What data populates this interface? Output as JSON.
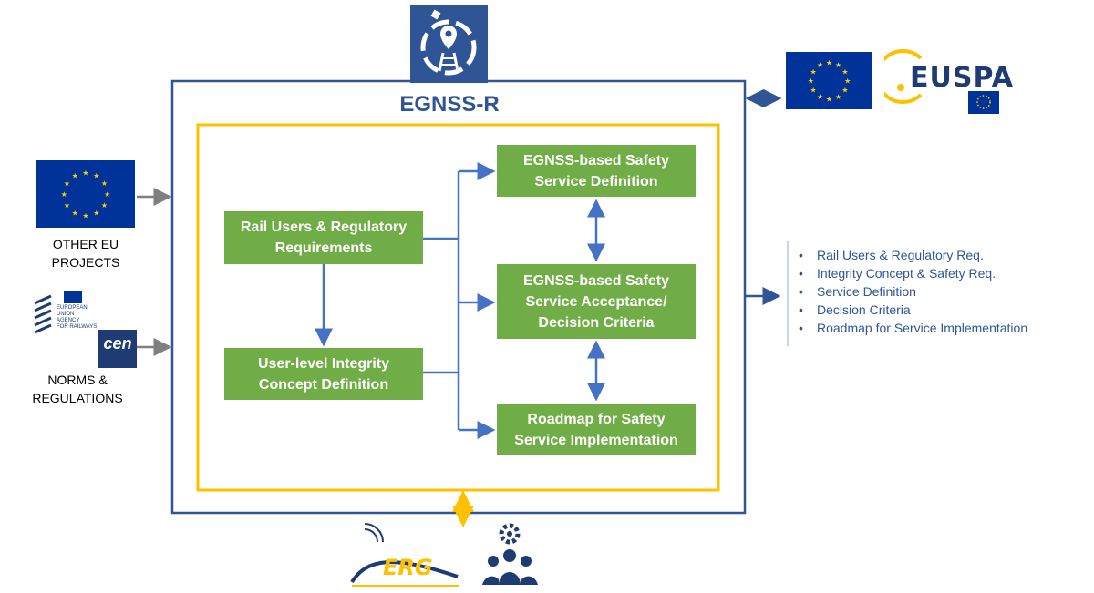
{
  "title": "EGNSS-R",
  "colors": {
    "outer_border": "#2f5597",
    "inner_border": "#ffc000",
    "box_fill": "#70ad47",
    "connector": "#4472c4",
    "input_arrow": "#7f7f7f",
    "eu_blue": "#003399",
    "eu_star": "#ffcc00",
    "list_text": "#2f5597"
  },
  "boxes": {
    "rail_users": "Rail Users & Regulatory\nRequirements",
    "user_level": "User-level Integrity\nConcept Definition",
    "safety_service_def": "EGNSS-based Safety\nService Definition",
    "acceptance": "EGNSS-based Safety\nService Acceptance/\nDecision Criteria",
    "roadmap": "Roadmap for Safety\nService Implementation"
  },
  "inputs": {
    "other_eu_projects": "OTHER EU\nPROJECTS",
    "norms_regulations": "NORMS &\nREGULATIONS",
    "era_logo_text": "EUROPEAN\nUNION\nAGENCY\nFOR RAILWAYS",
    "cen_logo_text": "cen"
  },
  "partners": {
    "euspa_logo_text": "EUSPA",
    "ergo_logo_text": "ERG",
    "icons": [
      "egnss-r-logo-icon",
      "eu-flag-icon",
      "euspa-logo-icon",
      "ergo-logo-icon",
      "users-gear-icon"
    ]
  },
  "outcomes": [
    "Rail Users & Regulatory Req.",
    "Integrity Concept & Safety Req.",
    "Service Definition",
    "Decision Criteria",
    "Roadmap for Service Implementation"
  ]
}
